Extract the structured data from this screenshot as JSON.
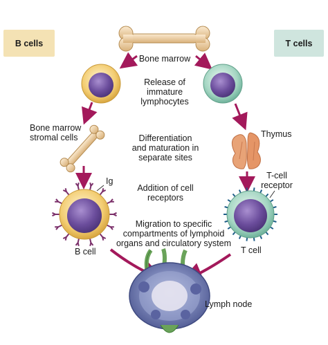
{
  "tags": {
    "b_cells": "B cells",
    "t_cells": "T cells"
  },
  "labels": {
    "bone_marrow": "Bone marrow",
    "step_release": "Release of\nimmature\nlymphocytes",
    "stromal": "Bone marrow\nstromal cells",
    "step_differentiation": "Differentiation\nand maturation in\nseparate sites",
    "thymus": "Thymus",
    "ig": "Ig",
    "step_receptors": "Addition of cell\nreceptors",
    "tcr": "T-cell\nreceptor",
    "step_migration": "Migration to specific\ncompartments of lymphoid\norgans and circulatory system",
    "b_cell": "B cell",
    "t_cell": "T cell",
    "lymph_node": "Lymph node"
  },
  "colors": {
    "arrow": "#a3195b",
    "bone": "#f1d7a8",
    "b_membrane": "#f3cd72",
    "t_membrane": "#a5d6c3",
    "nucleus": "#6b4d9c",
    "lymph_node": "#7b86b8",
    "receptor_b": "#7a2e69",
    "receptor_t": "#1f5e88"
  },
  "icons": [
    "bone-icon",
    "b-cell-icon",
    "t-cell-icon",
    "thymus-icon",
    "lymph-node-icon"
  ]
}
